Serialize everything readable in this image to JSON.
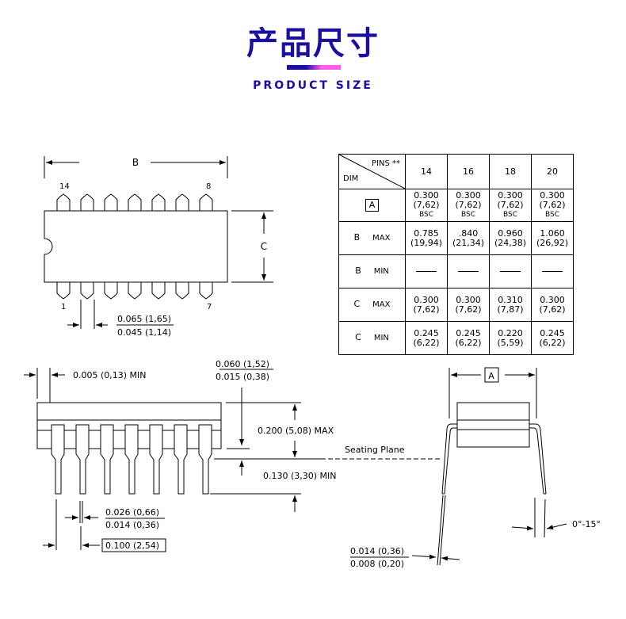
{
  "header": {
    "title": "产品尺寸",
    "subtitle": "PRODUCT SIZE",
    "accent_colors": [
      "#1a0fa0",
      "#ff5cf0"
    ]
  },
  "top_view": {
    "dim_b": "B",
    "dim_c": "C",
    "pin_labels": {
      "top_left": "14",
      "top_right": "8",
      "bottom_left": "1",
      "bottom_right": "7"
    },
    "pin_width": {
      "max": "0.065 (1,65)",
      "min": "0.045 (1,14)"
    }
  },
  "side_view": {
    "standoff": "0.005 (0,13) MIN",
    "shoulder": {
      "max": "0.060 (1,52)",
      "min": "0.015 (0,38)"
    },
    "height": "0.200 (5,08) MAX",
    "seating_plane": "Seating Plane",
    "lead_length": "0.130 (3,30) MIN",
    "lead_width": {
      "max": "0.026 (0,66)",
      "min": "0.014 (0,36)"
    },
    "pitch": "0.100 (2,54)"
  },
  "end_view": {
    "dim_a": "A",
    "lead_thickness": {
      "max": "0.014 (0,36)",
      "min": "0.008 (0,20)"
    },
    "angle": "0°-15°"
  },
  "table": {
    "corner_top": "PINS **",
    "corner_bottom": "DIM",
    "pins": [
      "14",
      "16",
      "18",
      "20"
    ],
    "rows": [
      {
        "dim": "A",
        "qual": "",
        "boxed": true,
        "values": [
          [
            "0.300",
            "(7,62)",
            "BSC"
          ],
          [
            "0.300",
            "(7,62)",
            "BSC"
          ],
          [
            "0.300",
            "(7,62)",
            "BSC"
          ],
          [
            "0.300",
            "(7,62)",
            "BSC"
          ]
        ]
      },
      {
        "dim": "B",
        "qual": "MAX",
        "values": [
          [
            "0.785",
            "(19,94)"
          ],
          [
            ".840",
            "(21,34)"
          ],
          [
            "0.960",
            "(24,38)"
          ],
          [
            "1.060",
            "(26,92)"
          ]
        ]
      },
      {
        "dim": "B",
        "qual": "MIN",
        "values": [
          [
            "—"
          ],
          [
            "—"
          ],
          [
            "—"
          ],
          [
            "—"
          ]
        ]
      },
      {
        "dim": "C",
        "qual": "MAX",
        "values": [
          [
            "0.300",
            "(7,62)"
          ],
          [
            "0.300",
            "(7,62)"
          ],
          [
            "0.310",
            "(7,87)"
          ],
          [
            "0.300",
            "(7,62)"
          ]
        ]
      },
      {
        "dim": "C",
        "qual": "MIN",
        "values": [
          [
            "0.245",
            "(6,22)"
          ],
          [
            "0.245",
            "(6,22)"
          ],
          [
            "0.220",
            "(5,59)"
          ],
          [
            "0.245",
            "(6,22)"
          ]
        ]
      }
    ]
  }
}
